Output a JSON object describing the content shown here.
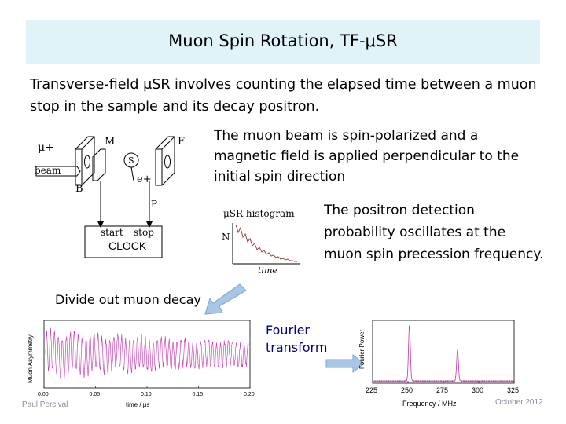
{
  "slide": {
    "title": "Muon Spin Rotation, TF-μSR",
    "intro": "Transverse-field μSR involves counting the elapsed time between a muon stop in the sample and its decay positron.",
    "spin_note": "The muon beam is spin-polarized and a magnetic field is applied perpendicular to the initial spin direction",
    "oscillation_note": "The positron detection probability oscillates at the muon spin precession frequency.",
    "divide_note": "Divide out muon decay",
    "fourier_note_line1": "Fourier",
    "fourier_note_line2": "transform",
    "author": "Paul Percival",
    "date": "October 2012"
  },
  "apparatus": {
    "muon_label": "μ+",
    "beam_label": "beam",
    "m_label": "M",
    "f_label": "F",
    "s_label": "S",
    "positron_label": "e+",
    "b_label": "B",
    "p_label": "P",
    "start_label": "start",
    "stop_label": "stop",
    "clock_label": "CLOCK"
  },
  "histogram": {
    "title": "μSR histogram",
    "y_label": "N",
    "x_label": "time"
  },
  "colors": {
    "title_bg": "#dff3f8",
    "accent_blue": "#00008b",
    "signal_purple": "#cc2fa8",
    "arrow_blue": "#a9c6e6",
    "decay_red": "#a04040"
  },
  "chart_data": [
    {
      "type": "line",
      "title": "",
      "xlabel": "time / μs",
      "ylabel": "Muon Asymmetry",
      "x_ticks": [
        "0.00",
        "0.05",
        "0.10",
        "0.15",
        "0.20"
      ],
      "xlim": [
        0,
        0.2
      ]
    },
    {
      "type": "line",
      "title": "",
      "xlabel": "Frequency / MHz",
      "ylabel": "Fourier Power",
      "x_ticks": [
        "225",
        "250",
        "275",
        "300",
        "325"
      ],
      "xlim": [
        225,
        325
      ],
      "peaks": [
        {
          "x": 251,
          "relative_height": 1.0
        },
        {
          "x": 285,
          "relative_height": 0.55
        }
      ]
    }
  ]
}
